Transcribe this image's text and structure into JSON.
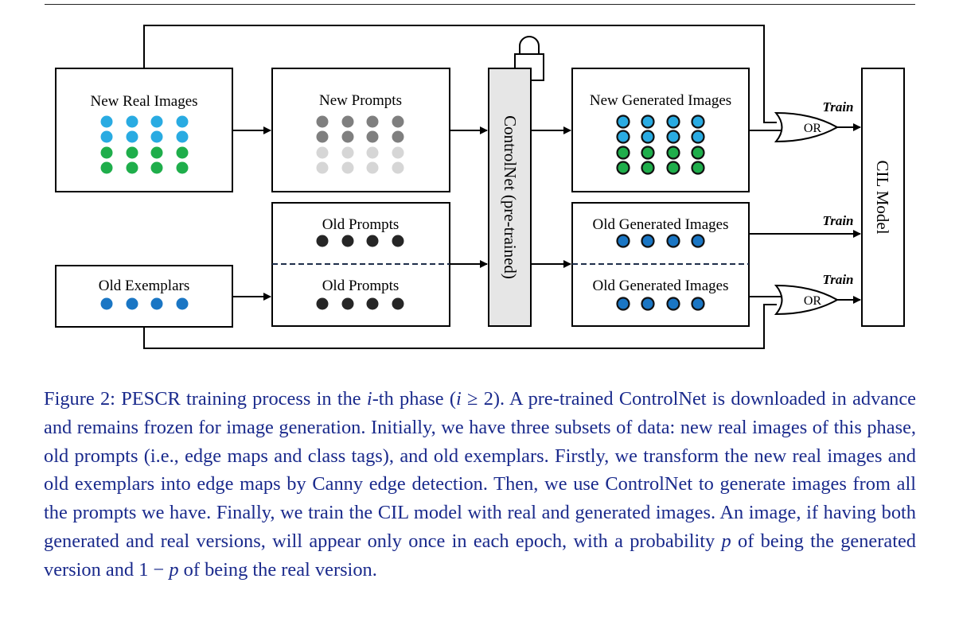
{
  "diagram": {
    "boxes": {
      "new_real_images": "New Real Images",
      "new_prompts": "New Prompts",
      "controlnet": "ControlNet (pre-trained)",
      "new_generated_images": "New Generated Images",
      "old_prompts_top": "Old Prompts",
      "old_prompts_bottom": "Old Prompts",
      "old_generated_images_top": "Old Generated Images",
      "old_generated_images_bottom": "Old Generated Images",
      "old_exemplars": "Old Exemplars",
      "cil_model": "CIL Model"
    },
    "gates": {
      "or_top": "OR",
      "or_bottom": "OR"
    },
    "edge_labels": {
      "train_1": "Train",
      "train_2": "Train",
      "train_3": "Train"
    },
    "colors": {
      "light_blue": "#29abe2",
      "green": "#1fae4b",
      "mid_blue": "#1a76c4",
      "dark_gray": "#7f7f7f",
      "light_gray": "#d6d6d6",
      "black_dot": "#262626",
      "controlnet_fill": "#e6e6e6",
      "caption_text": "#1a2a8c"
    },
    "icons": {
      "lock": "lock-icon"
    }
  },
  "caption": {
    "p1": "Figure 2:   PESCR training process in the ",
    "i1": "i",
    "p2": "-th phase (",
    "i2": "i",
    "p3": " ≥ 2).  A pre-trained ControlNet is downloaded in advance and remains frozen for image generation.  Initially, we have three subsets of data: new real images of this phase, old prompts (i.e., edge maps and class tags), and old exemplars.  Firstly, we transform the new real images and old exemplars into edge maps by Canny edge detection.  Then, we use ControlNet to generate images from all the prompts we have.  Finally, we train the CIL model with real and generated images.  An image, if having both generated and real versions, will appear only once in each epoch, with a probability ",
    "i3": "p",
    "p4": " of being the generated version and 1 − ",
    "i4": "p",
    "p5": " of being the real version."
  }
}
